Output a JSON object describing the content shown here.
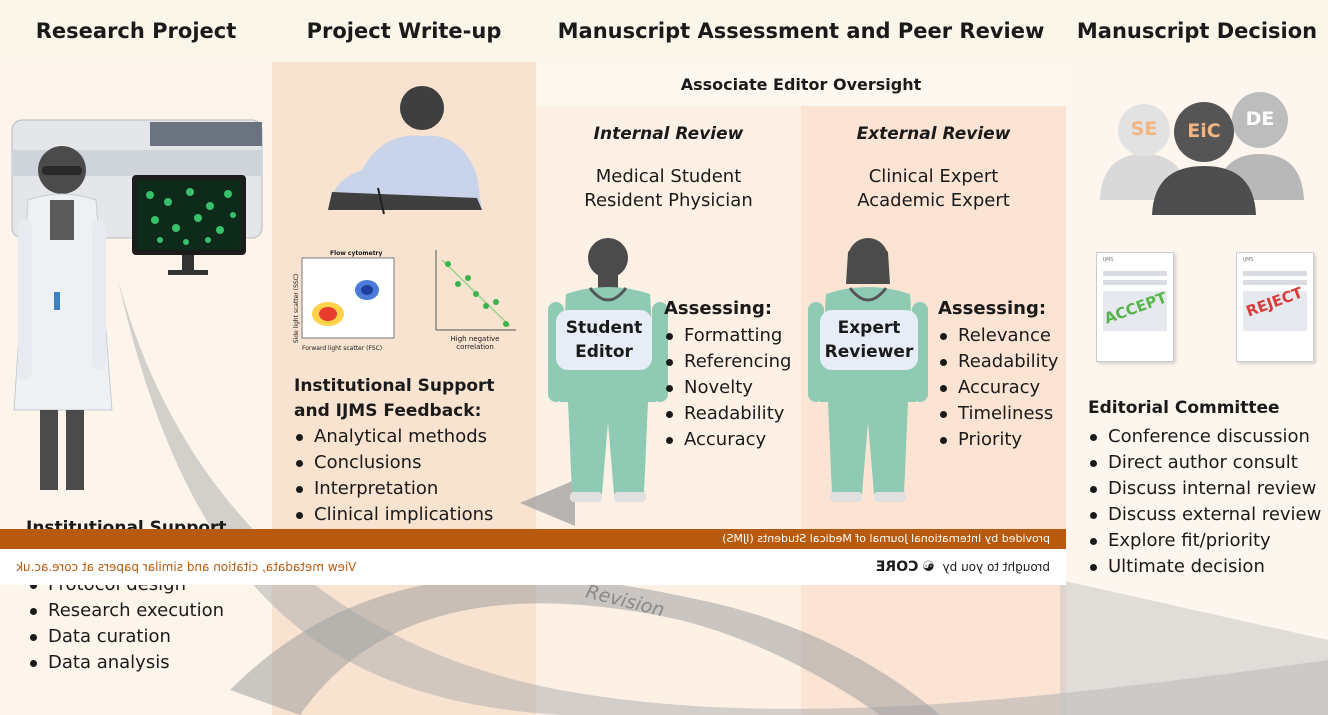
{
  "headers": {
    "research_project": "Research Project",
    "project_writeup": "Project Write-up",
    "manuscript_assessment": "Manuscript Assessment and Peer Review",
    "manuscript_decision": "Manuscript Decision"
  },
  "oversight": "Associate Editor Oversight",
  "research": {
    "title_partial": "Institutional Support",
    "items": [
      "Protocol design",
      "Research execution",
      "Data curation",
      "Data analysis"
    ]
  },
  "writeup": {
    "flow_title": "Flow cytometry",
    "flow_xlabel": "Forward light scatter (FSC)",
    "flow_ylabel": "Side light scatter (SSC)",
    "corr_label": "High negative correlation",
    "support_title": "Institutional Support and IJMS Feedback:",
    "items": [
      "Analytical methods",
      "Conclusions",
      "Interpretation",
      "Clinical implications"
    ]
  },
  "internal": {
    "title": "Internal Review",
    "line1": "Medical Student",
    "line2": "Resident Physician",
    "badge_line1": "Student",
    "badge_line2": "Editor",
    "assessing": "Assessing:",
    "items": [
      "Formatting",
      "Referencing",
      "Novelty",
      "Readability",
      "Accuracy"
    ]
  },
  "external": {
    "title": "External Review",
    "line1": "Clinical Expert",
    "line2": "Academic Expert",
    "badge_line1": "Expert",
    "badge_line2": "Reviewer",
    "assessing": "Assessing:",
    "items": [
      "Relevance",
      "Readability",
      "Accuracy",
      "Timeliness",
      "Priority"
    ]
  },
  "decision": {
    "avatars": [
      "SE",
      "EiC",
      "DE"
    ],
    "doc_header": "IJMS",
    "accept": "ACCEPT",
    "reject": "REJECT",
    "committee_title": "Editorial Committee",
    "items": [
      "Conference discussion",
      "Direct author consult",
      "Discuss internal review",
      "Discuss external review",
      "Explore fit/priority",
      "Ultimate decision"
    ]
  },
  "revision_label": "Revision",
  "core_banner": {
    "provided_by": "provided by International Journal of Medical Students (IJMS)",
    "brought_by": "brought to you by",
    "core": "CORE",
    "citation": "View metadata, citation and similar papers at core.ac.uk"
  },
  "colors": {
    "peach": "#fbe6d6",
    "cream": "#fbf6ea",
    "orange_banner": "#b75a0d",
    "scrub": "#8fcbb4",
    "silhouette": "#4b4b4b",
    "arrow_gray": "#a9a9a9"
  }
}
